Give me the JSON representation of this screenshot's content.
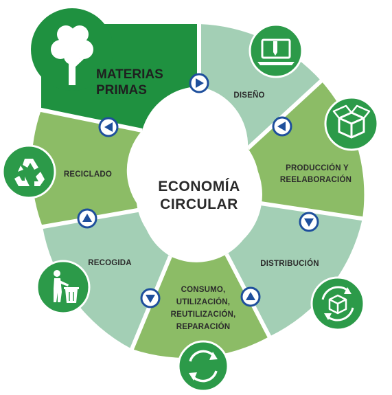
{
  "center": {
    "lines": [
      "ECONOMÍA",
      "CIRCULAR"
    ]
  },
  "segments": [
    {
      "id": "materias-primas",
      "lines": [
        "MATERIAS",
        "PRIMAS"
      ],
      "color": "#1f9140",
      "icon": "tree-icon"
    },
    {
      "id": "diseno",
      "lines": [
        "DISEÑO"
      ],
      "color": "#a3cfb5",
      "icon": "laptop-pen-icon"
    },
    {
      "id": "produccion",
      "lines": [
        "PRODUCCIÓN Y",
        "REELABORACIÓN"
      ],
      "color": "#8cbc66",
      "icon": "box-icon"
    },
    {
      "id": "distribucion",
      "lines": [
        "DISTRIBUCIÓN"
      ],
      "color": "#a3cfb5",
      "icon": "cycle-box-icon"
    },
    {
      "id": "consumo",
      "lines": [
        "CONSUMO,",
        "UTILIZACIÓN,",
        "REUTILIZACIÓN,",
        "REPARACIÓN"
      ],
      "color": "#8cbc66",
      "icon": "recycle-arrows-icon"
    },
    {
      "id": "recogida",
      "lines": [
        "RECOGIDA"
      ],
      "color": "#a3cfb5",
      "icon": "trash-person-icon"
    },
    {
      "id": "reciclado",
      "lines": [
        "RECICLADO"
      ],
      "color": "#8cbc66",
      "icon": "recycle-icon"
    }
  ],
  "colors": {
    "icon_circle": "#2c9a49",
    "arrow_ring": "#1e4f9c",
    "center_fill": "#ffffff",
    "center_text": "#2a2a2a"
  }
}
